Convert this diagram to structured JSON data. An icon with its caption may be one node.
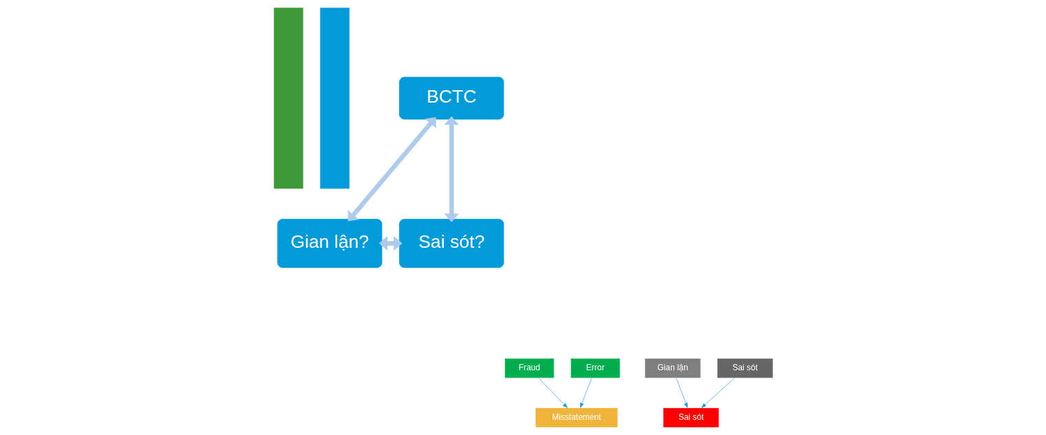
{
  "diagram": {
    "nodes": [
      {
        "text": [],
        "shape": "bar"
      },
      {
        "text": [],
        "shape": "bar"
      },
      {
        "text": [
          "BCTC"
        ]
      },
      {
        "text": [
          "Gian lận?"
        ]
      },
      {
        "text": [
          "Sai sót?"
        ]
      },
      {
        "text": [
          "Fraud"
        ]
      },
      {
        "text": [
          "Error"
        ]
      },
      {
        "text": [
          "Misstatement"
        ]
      },
      {
        "text": [
          "Gian lận"
        ]
      },
      {
        "text": [
          "Sai sót"
        ]
      },
      {
        "text": [
          "Sai sót"
        ]
      }
    ],
    "edges": [
      {
        "from": 2,
        "to": 3,
        "arrow": "both",
        "style": "thick",
        "color": "#aecbeb"
      },
      {
        "from": 2,
        "to": 4,
        "arrow": "both",
        "style": "thick",
        "color": "#aecbeb"
      },
      {
        "from": 3,
        "to": 4,
        "arrow": "both",
        "style": "thick",
        "color": "#aecbeb"
      },
      {
        "from": 5,
        "to": 7,
        "arrow": "to"
      },
      {
        "from": 6,
        "to": 7,
        "arrow": "to"
      },
      {
        "from": 8,
        "to": 10,
        "arrow": "to"
      },
      {
        "from": 9,
        "to": 10,
        "arrow": "to"
      }
    ]
  }
}
